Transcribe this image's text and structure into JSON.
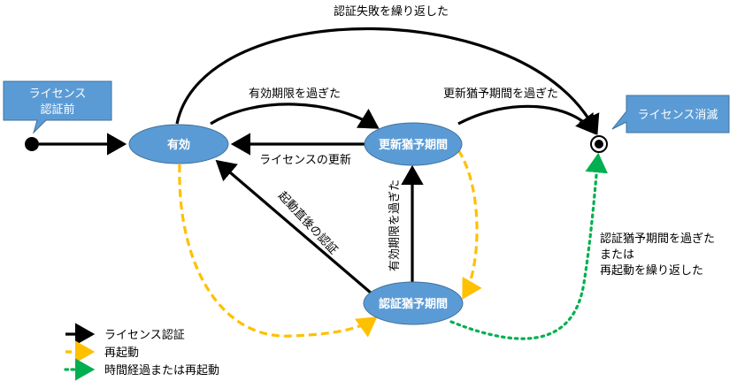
{
  "callouts": {
    "before_auth": [
      "ライセンス",
      "認証前"
    ],
    "expired": "ライセンス消滅"
  },
  "states": {
    "valid": "有効",
    "renewal_grace": "更新猶予期間",
    "auth_grace": "認証猶予期間"
  },
  "edges": {
    "repeat_auth_fail": "認証失敗を繰り返した",
    "valid_expired": "有効期限を過ぎた",
    "renewal_grace_expired": "更新猶予期間を過ぎた",
    "license_renewal": "ライセンスの更新",
    "auth_after_boot": "起動直後の認証",
    "valid_expired_vertical": "有効期限を過ぎた",
    "auth_grace_expired": [
      "認証猶予期間を過ぎた",
      "または",
      "再起動を繰り返した"
    ]
  },
  "legend": [
    {
      "label": "ライセンス認証",
      "color": "#000000",
      "style": "solid"
    },
    {
      "label": "再起動",
      "color": "#FFC000",
      "style": "dashed"
    },
    {
      "label": "時間経過または再起動",
      "color": "#00B050",
      "style": "dotted"
    }
  ],
  "colors": {
    "state_fill": "#5B9BD5",
    "callout_fill": "#5B9BD5",
    "restart": "#FFC000",
    "time_or_restart": "#00B050",
    "auth": "#000000"
  }
}
